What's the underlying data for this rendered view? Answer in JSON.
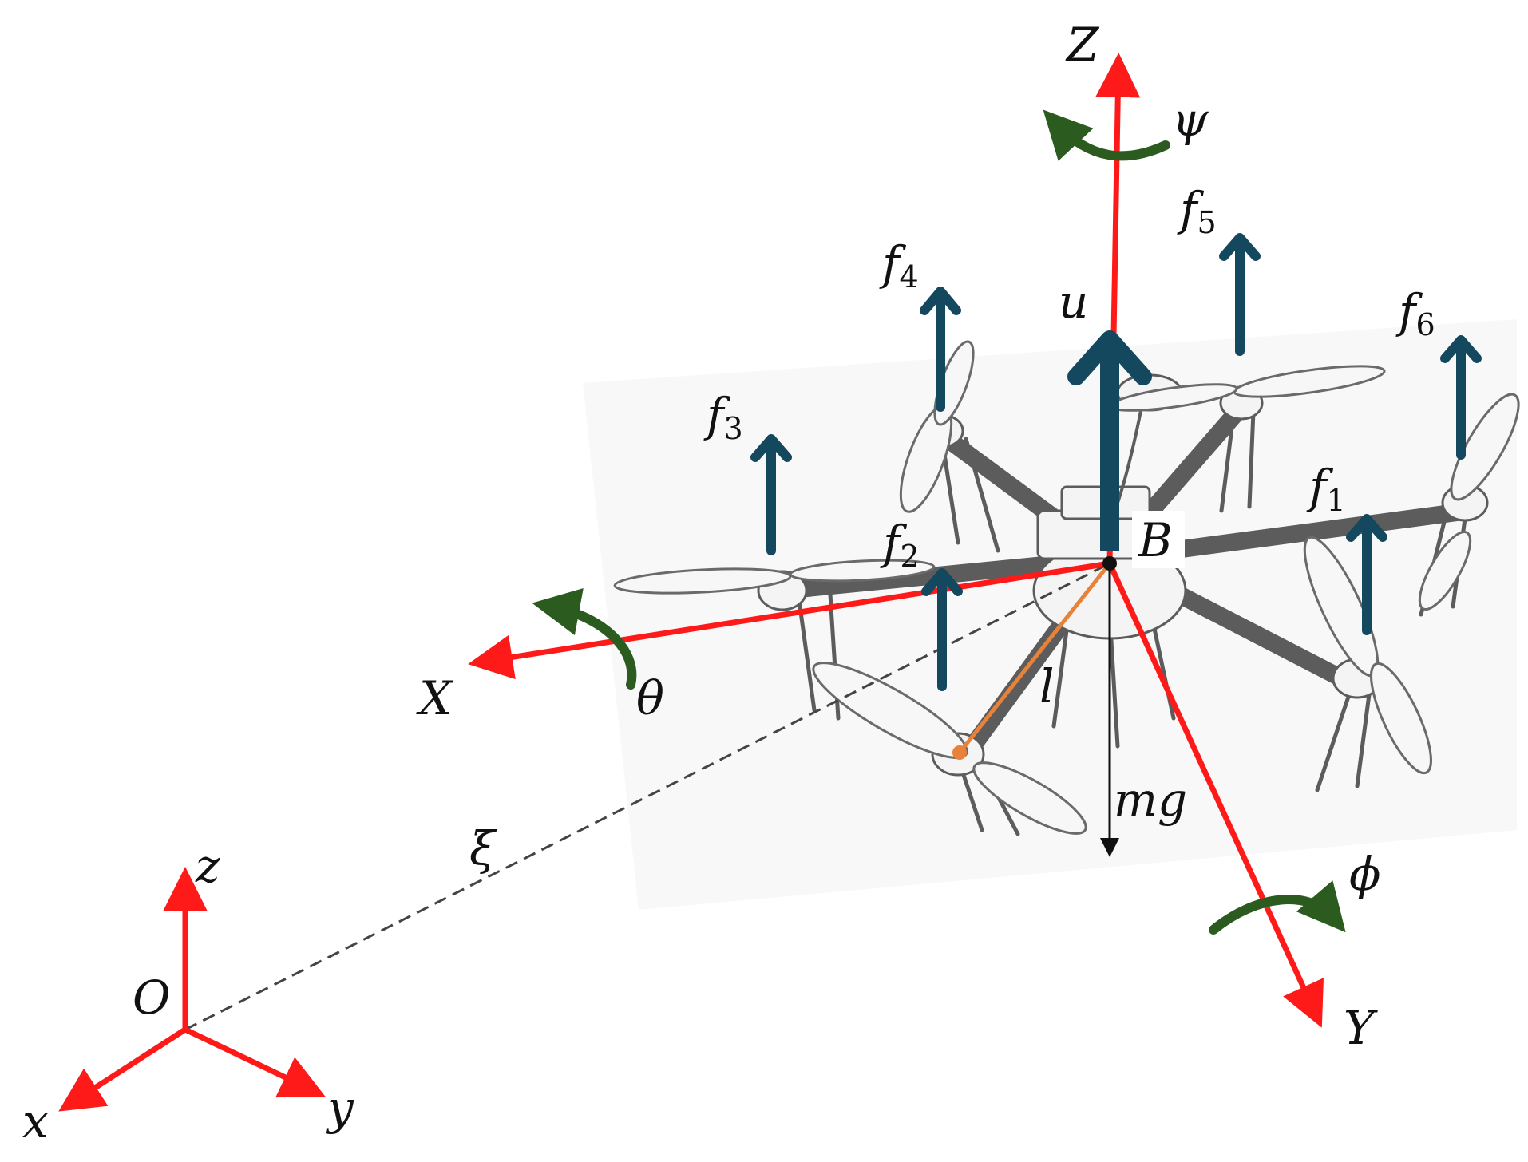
{
  "labels": {
    "Z": "Z",
    "psi": "ψ",
    "u": "u",
    "B": "B",
    "X": "X",
    "theta": "θ",
    "l": "l",
    "mg": "mg",
    "Y": "Y",
    "phi": "ϕ",
    "xi": "ξ",
    "z": "z",
    "O": "O",
    "x": "x",
    "y": "y"
  },
  "forces": [
    {
      "base": "f",
      "sub": "1"
    },
    {
      "base": "f",
      "sub": "2"
    },
    {
      "base": "f",
      "sub": "3"
    },
    {
      "base": "f",
      "sub": "4"
    },
    {
      "base": "f",
      "sub": "5"
    },
    {
      "base": "f",
      "sub": "6"
    }
  ],
  "colors": {
    "axes": "#ff1a1a",
    "thrust": "#14485f",
    "rotation": "#2b5b1e",
    "arm_length": "#e8823a",
    "gravity": "#111111",
    "position_vector": "#444444"
  }
}
